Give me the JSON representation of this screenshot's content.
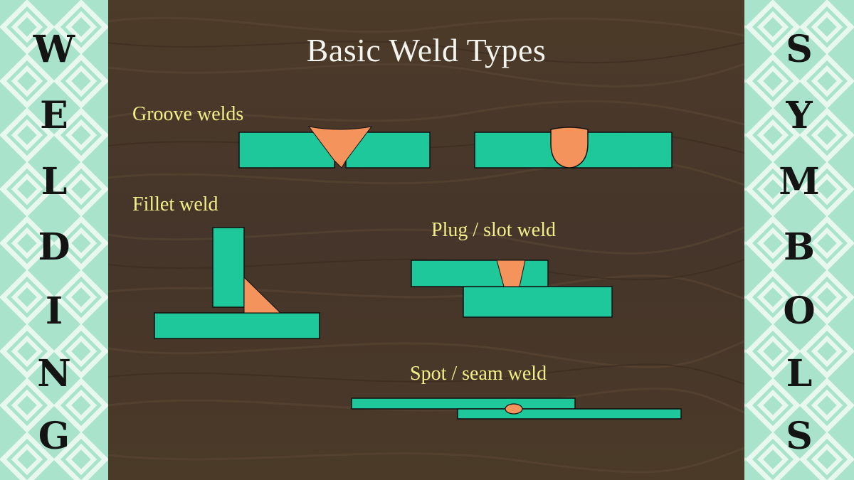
{
  "title": "Basic Weld Types",
  "side_left": {
    "letters": [
      "W",
      "E",
      "L",
      "D",
      "I",
      "N",
      "G"
    ]
  },
  "side_right": {
    "letters": [
      "S",
      "Y",
      "M",
      "B",
      "O",
      "L",
      "S"
    ]
  },
  "labels": {
    "groove": "Groove welds",
    "fillet": "Fillet weld",
    "plug": "Plug / slot weld",
    "spot": "Spot / seam weld"
  },
  "colors": {
    "plate": "#1fc89a",
    "weld": "#f4935c",
    "outline": "#111111",
    "board": "#4a3928",
    "label_text": "#f2ef8a",
    "title_text": "#f4f4ee",
    "side_bg": "#a9e3cb",
    "side_stripe": "#e8f8ef"
  }
}
